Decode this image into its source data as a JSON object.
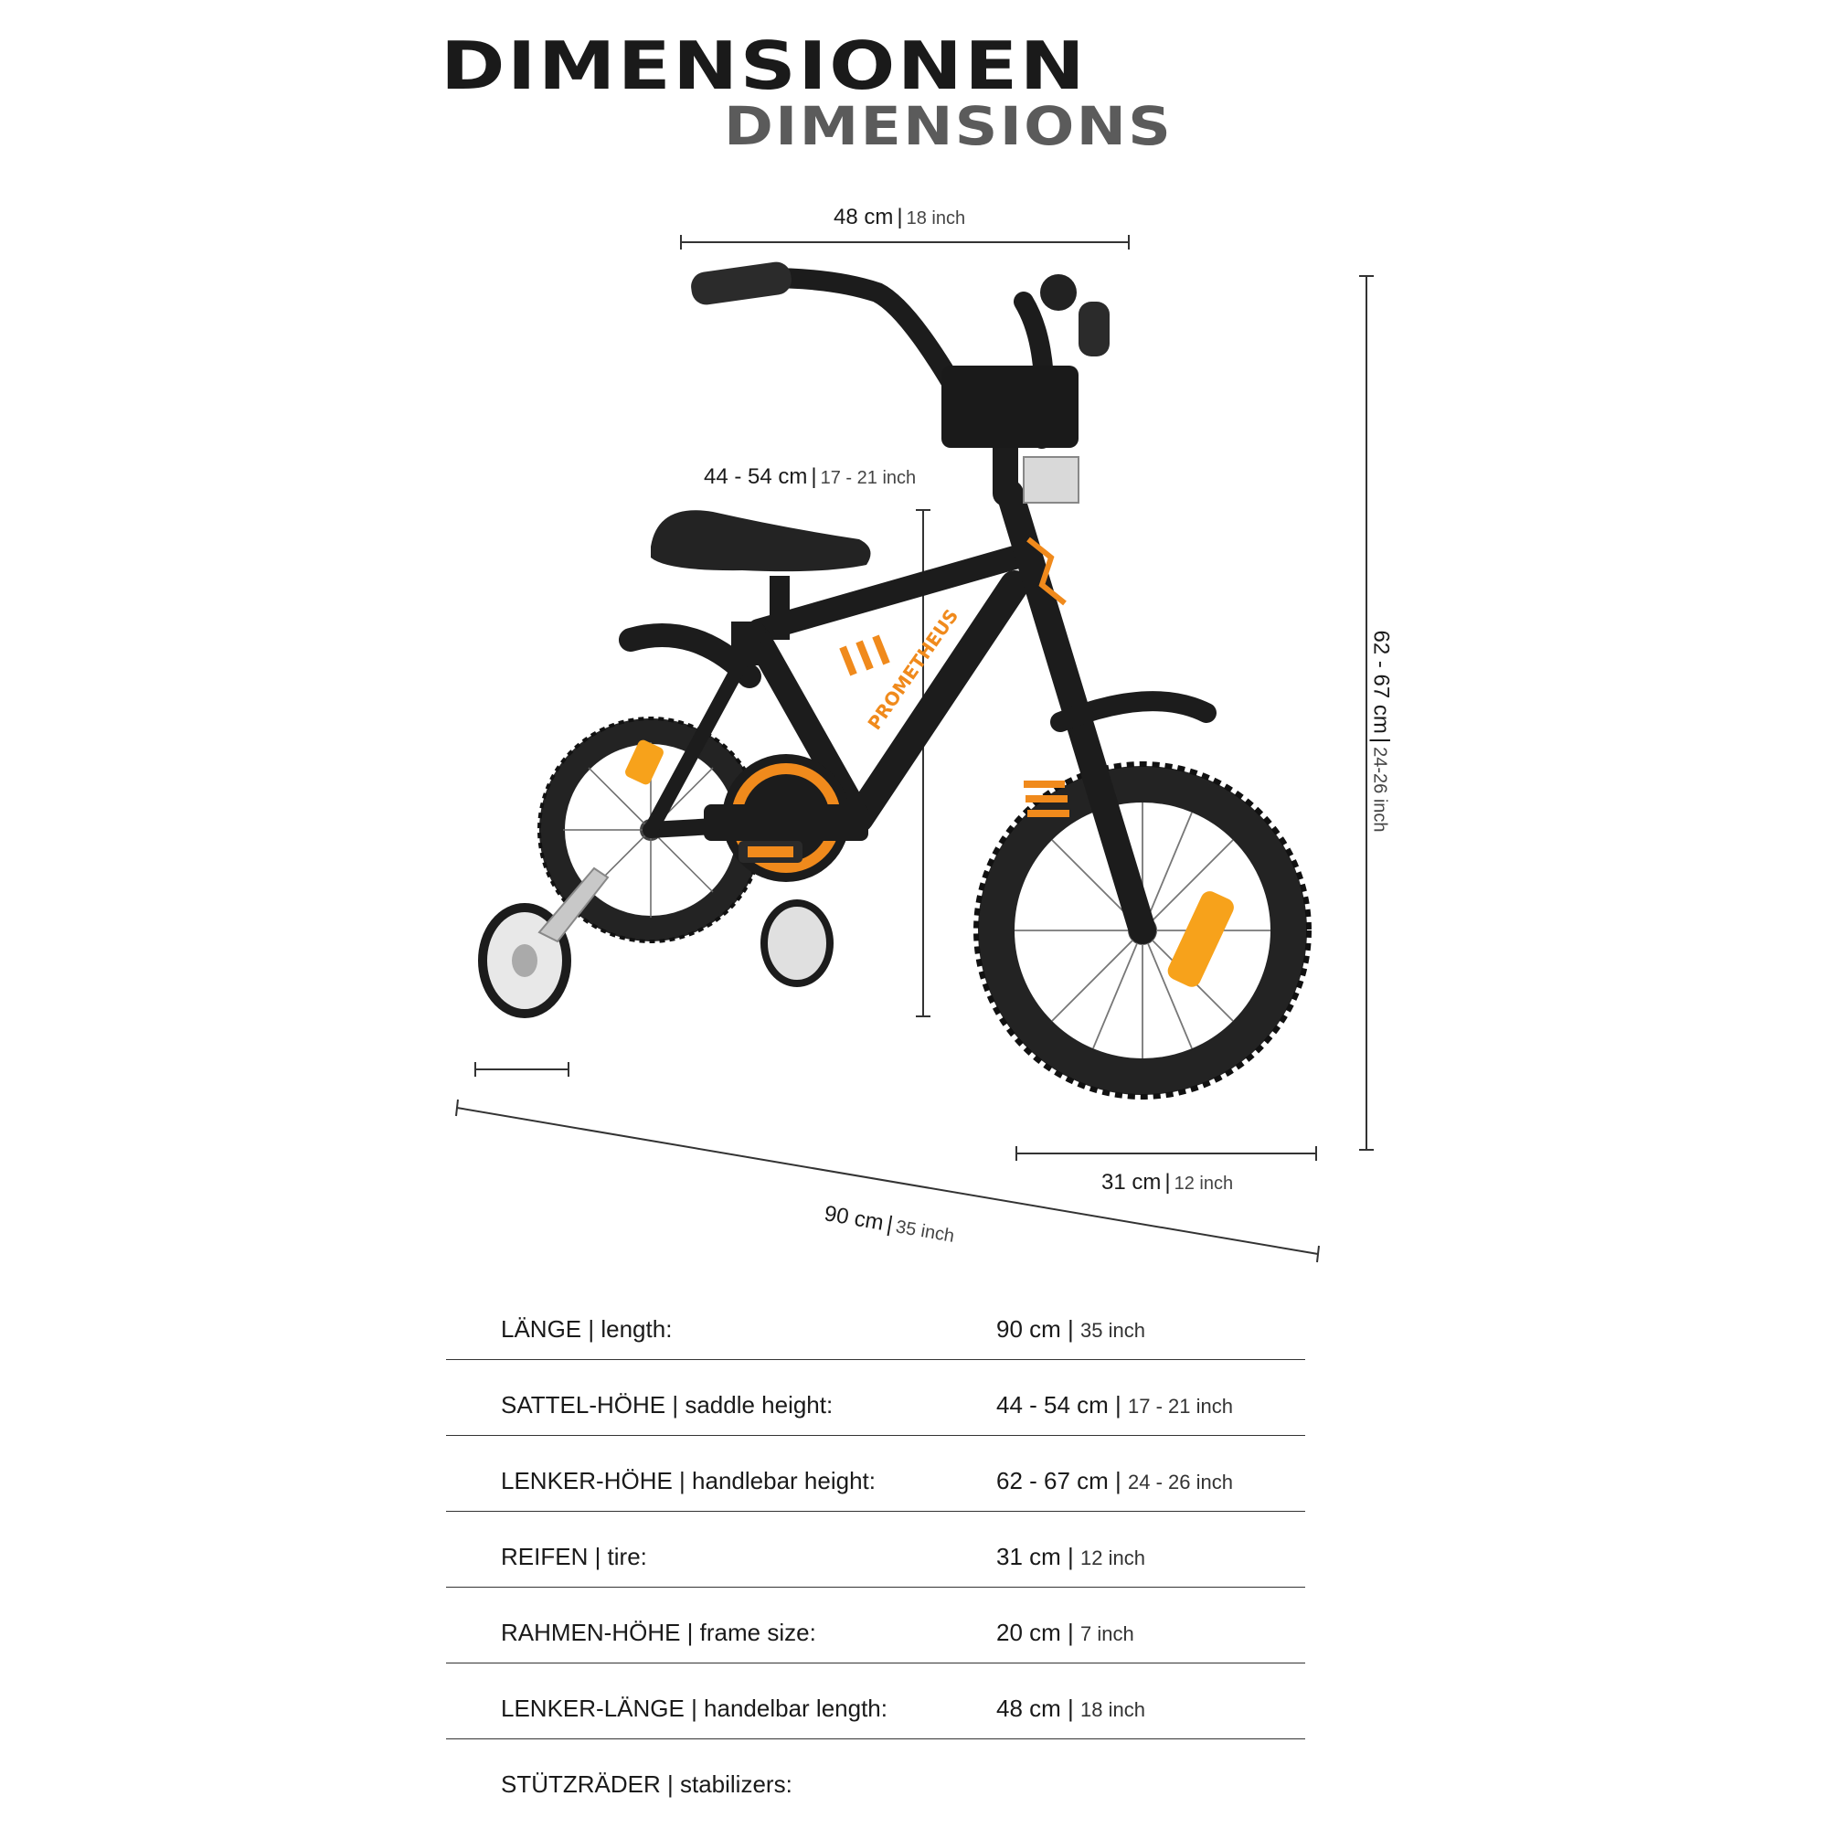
{
  "header": {
    "title_de": "DIMENSIONEN",
    "title_en": "DIMENSIONS"
  },
  "dimensions": {
    "handlebar_width": {
      "metric": "48 cm",
      "imperial": "18 inch"
    },
    "saddle_height": {
      "metric": "44 - 54 cm",
      "imperial": "17 - 21 inch"
    },
    "total_height": {
      "metric": "62 - 67 cm",
      "imperial": "24-26 inch"
    },
    "wheel": {
      "metric": "31 cm",
      "imperial": "12 inch"
    },
    "length": {
      "metric": "90 cm",
      "imperial": "35 inch"
    }
  },
  "bike": {
    "brand_text": "PROMETHEUS",
    "colors": {
      "frame": "#1c1c1c",
      "accent": "#f08a1c",
      "tire": "#222222",
      "reflector": "#f7a21b",
      "chrome": "#c8c8c8"
    }
  },
  "specs": [
    {
      "label_de": "LÄNGE",
      "label_en": "length:",
      "metric": "90 cm",
      "imperial": "35 inch"
    },
    {
      "label_de": "SATTEL-HÖHE",
      "label_en": "saddle height:",
      "metric": "44 - 54 cm",
      "imperial": "17 - 21 inch"
    },
    {
      "label_de": "LENKER-HÖHE",
      "label_en": "handlebar height:",
      "metric": "62 - 67 cm",
      "imperial": "24 - 26 inch"
    },
    {
      "label_de": "REIFEN",
      "label_en": "tire:",
      "metric": "31 cm",
      "imperial": "12 inch"
    },
    {
      "label_de": "RAHMEN-HÖHE",
      "label_en": "frame size:",
      "metric": "20 cm",
      "imperial": "7 inch"
    },
    {
      "label_de": "LENKER-LÄNGE",
      "label_en": "handelbar length:",
      "metric": "48 cm",
      "imperial": "18 inch"
    },
    {
      "label_de": "STÜTZRÄDER",
      "label_en": "stabilizers:",
      "metric": "",
      "imperial": ""
    }
  ]
}
